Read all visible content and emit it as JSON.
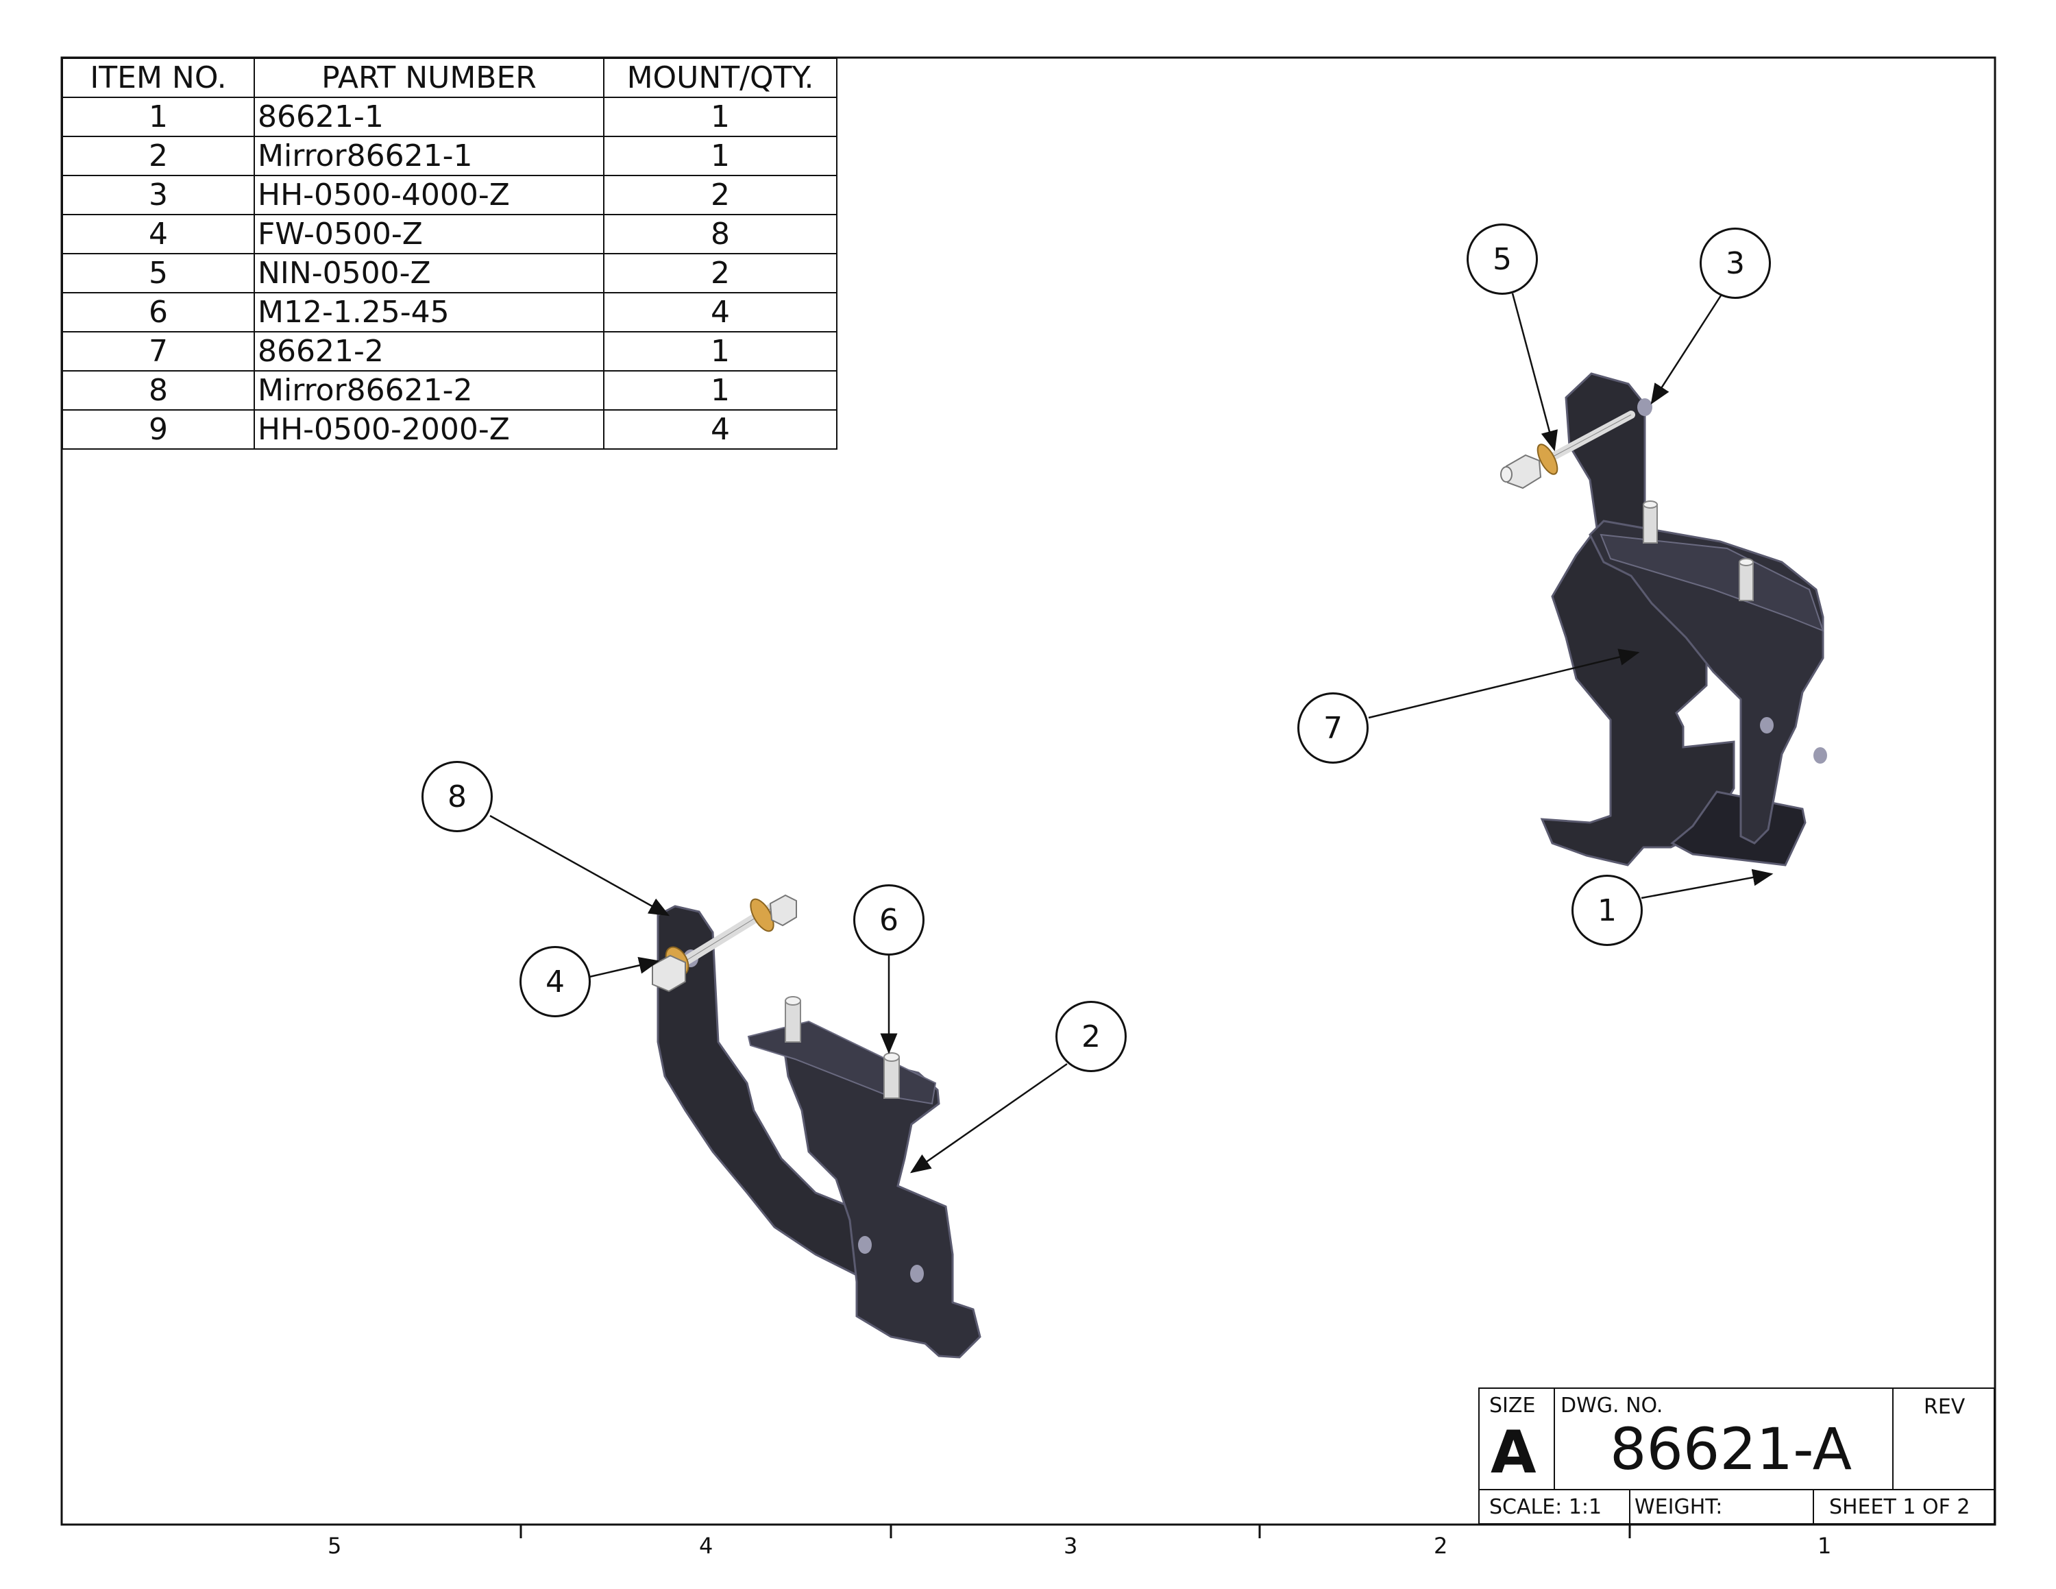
{
  "bom": {
    "headers": [
      "ITEM NO.",
      "PART NUMBER",
      "MOUNT/QTY."
    ],
    "rows": [
      [
        "1",
        "86621-1",
        "1"
      ],
      [
        "2",
        "Mirror86621-1",
        "1"
      ],
      [
        "3",
        "HH-0500-4000-Z",
        "2"
      ],
      [
        "4",
        "FW-0500-Z",
        "8"
      ],
      [
        "5",
        "NIN-0500-Z",
        "2"
      ],
      [
        "6",
        "M12-1.25-45",
        "4"
      ],
      [
        "7",
        "86621-2",
        "1"
      ],
      [
        "8",
        "Mirror86621-2",
        "1"
      ],
      [
        "9",
        "HH-0500-2000-Z",
        "4"
      ]
    ]
  },
  "balloons": [
    "5",
    "3",
    "7",
    "1",
    "8",
    "4",
    "6",
    "2"
  ],
  "title_block": {
    "size_label": "SIZE",
    "size_value": "A",
    "dwg_label": "DWG.  NO.",
    "dwg_value": "86621-A",
    "rev_label": "REV",
    "scale": "SCALE: 1:1",
    "weight": "WEIGHT:",
    "sheet": "SHEET 1 OF 2"
  },
  "zones": [
    "5",
    "4",
    "3",
    "2",
    "1"
  ],
  "colors": {
    "bracket": "#2b2b33",
    "bracket_edge": "#4d4d60",
    "bolt": "#dcdcdc",
    "washer": "#d9a448"
  }
}
